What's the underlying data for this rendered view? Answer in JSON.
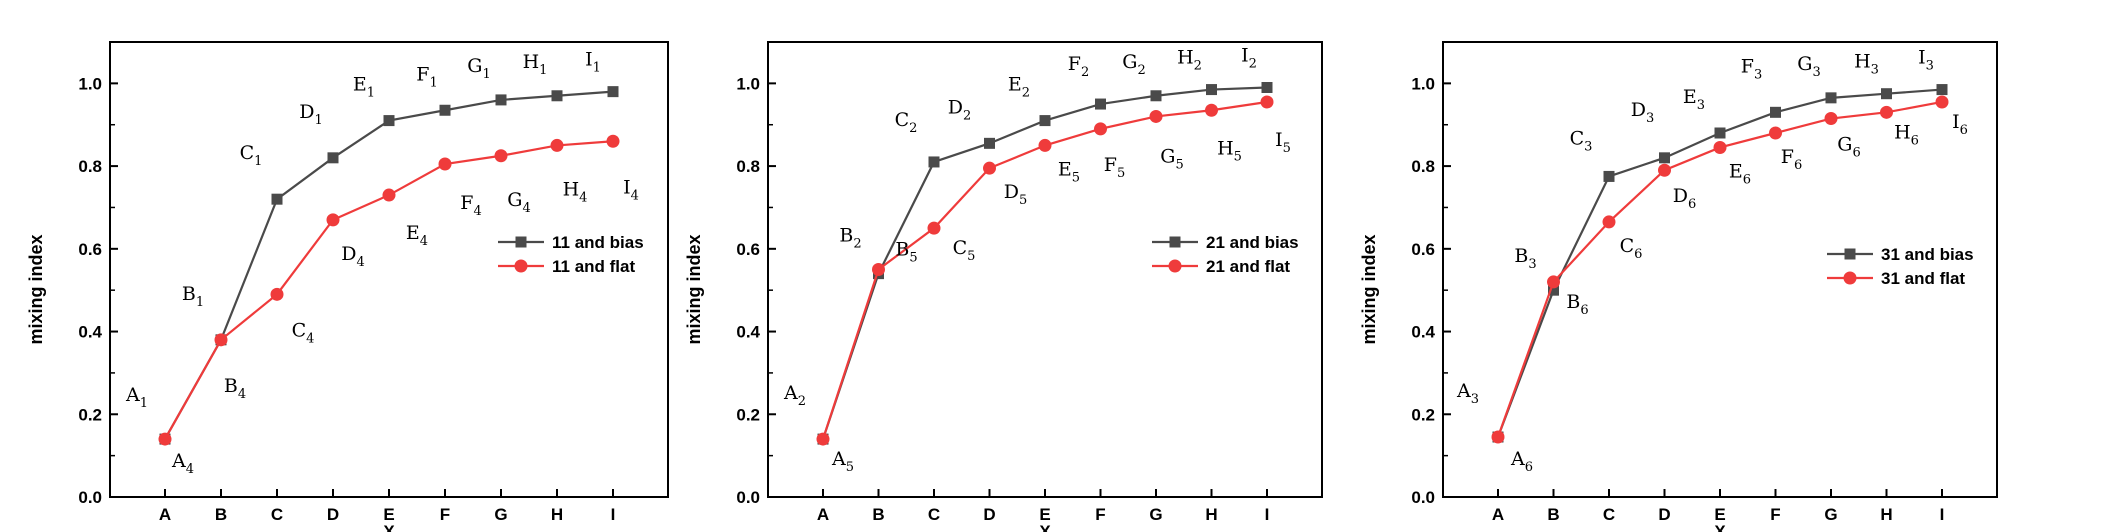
{
  "chart_data": [
    {
      "type": "line",
      "ylabel": "mixing index",
      "xlabel": "X",
      "ylim": [
        0.0,
        1.1
      ],
      "yticks": [
        "0.0",
        "0.2",
        "0.4",
        "0.6",
        "0.8",
        "1.0"
      ],
      "categories": [
        "A",
        "B",
        "C",
        "D",
        "E",
        "F",
        "G",
        "H",
        "I"
      ],
      "legend_position": "right",
      "series": [
        {
          "name": "11 and bias",
          "color": "#4a4a4a",
          "marker": "square",
          "values": [
            0.14,
            0.38,
            0.72,
            0.82,
            0.91,
            0.935,
            0.96,
            0.97,
            0.98
          ],
          "point_labels": [
            [
              "A",
              "1"
            ],
            [
              "B",
              "1"
            ],
            [
              "C",
              "1"
            ],
            [
              "D",
              "1"
            ],
            [
              "E",
              "1"
            ],
            [
              "F",
              "1"
            ],
            [
              "G",
              "1"
            ],
            [
              "H",
              "1"
            ],
            [
              "I",
              "1"
            ]
          ]
        },
        {
          "name": "11 and flat",
          "color": "#ef3b3b",
          "marker": "circle",
          "values": [
            0.14,
            0.38,
            0.49,
            0.67,
            0.73,
            0.805,
            0.825,
            0.85,
            0.86
          ],
          "point_labels": [
            [
              "A",
              "4"
            ],
            [
              "B",
              "4"
            ],
            [
              "C",
              "4"
            ],
            [
              "D",
              "4"
            ],
            [
              "E",
              "4"
            ],
            [
              "F",
              "4"
            ],
            [
              "G",
              "4"
            ],
            [
              "H",
              "4"
            ],
            [
              "I",
              "4"
            ]
          ]
        }
      ]
    },
    {
      "type": "line",
      "ylabel": "mixing index",
      "xlabel": "X",
      "ylim": [
        0.0,
        1.1
      ],
      "yticks": [
        "0.0",
        "0.2",
        "0.4",
        "0.6",
        "0.8",
        "1.0"
      ],
      "categories": [
        "A",
        "B",
        "C",
        "D",
        "E",
        "F",
        "G",
        "H",
        "I"
      ],
      "legend_position": "right",
      "series": [
        {
          "name": "21 and bias",
          "color": "#4a4a4a",
          "marker": "square",
          "values": [
            0.14,
            0.54,
            0.81,
            0.855,
            0.91,
            0.95,
            0.97,
            0.985,
            0.99
          ],
          "point_labels": [
            [
              "A",
              "2"
            ],
            [
              "B",
              "2"
            ],
            [
              "C",
              "2"
            ],
            [
              "D",
              "2"
            ],
            [
              "E",
              "2"
            ],
            [
              "F",
              "2"
            ],
            [
              "G",
              "2"
            ],
            [
              "H",
              "2"
            ],
            [
              "I",
              "2"
            ]
          ]
        },
        {
          "name": "21 and flat",
          "color": "#ef3b3b",
          "marker": "circle",
          "values": [
            0.14,
            0.55,
            0.65,
            0.795,
            0.85,
            0.89,
            0.92,
            0.935,
            0.955
          ],
          "point_labels": [
            [
              "A",
              "5"
            ],
            [
              "B",
              "5"
            ],
            [
              "C",
              "5"
            ],
            [
              "D",
              "5"
            ],
            [
              "E",
              "5"
            ],
            [
              "F",
              "5"
            ],
            [
              "G",
              "5"
            ],
            [
              "H",
              "5"
            ],
            [
              "I",
              "5"
            ]
          ]
        }
      ]
    },
    {
      "type": "line",
      "ylabel": "mixing index",
      "xlabel": "X",
      "ylim": [
        0.0,
        1.1
      ],
      "yticks": [
        "0.0",
        "0.2",
        "0.4",
        "0.6",
        "0.8",
        "1.0"
      ],
      "categories": [
        "A",
        "B",
        "C",
        "D",
        "E",
        "F",
        "G",
        "H",
        "I"
      ],
      "legend_position": "right",
      "series": [
        {
          "name": "31 and bias",
          "color": "#4a4a4a",
          "marker": "square",
          "values": [
            0.145,
            0.5,
            0.775,
            0.82,
            0.88,
            0.93,
            0.965,
            0.975,
            0.985
          ],
          "point_labels": [
            [
              "A",
              "3"
            ],
            [
              "B",
              "3"
            ],
            [
              "C",
              "3"
            ],
            [
              "D",
              "3"
            ],
            [
              "E",
              "3"
            ],
            [
              "F",
              "3"
            ],
            [
              "G",
              "3"
            ],
            [
              "H",
              "3"
            ],
            [
              "I",
              "3"
            ]
          ]
        },
        {
          "name": "31 and flat",
          "color": "#ef3b3b",
          "marker": "circle",
          "values": [
            0.145,
            0.52,
            0.665,
            0.79,
            0.845,
            0.88,
            0.915,
            0.93,
            0.955
          ],
          "point_labels": [
            [
              "A",
              "6"
            ],
            [
              "B",
              "6"
            ],
            [
              "C",
              "6"
            ],
            [
              "D",
              "6"
            ],
            [
              "E",
              "6"
            ],
            [
              "F",
              "6"
            ],
            [
              "G",
              "6"
            ],
            [
              "H",
              "6"
            ],
            [
              "I",
              "6"
            ]
          ]
        }
      ]
    }
  ]
}
